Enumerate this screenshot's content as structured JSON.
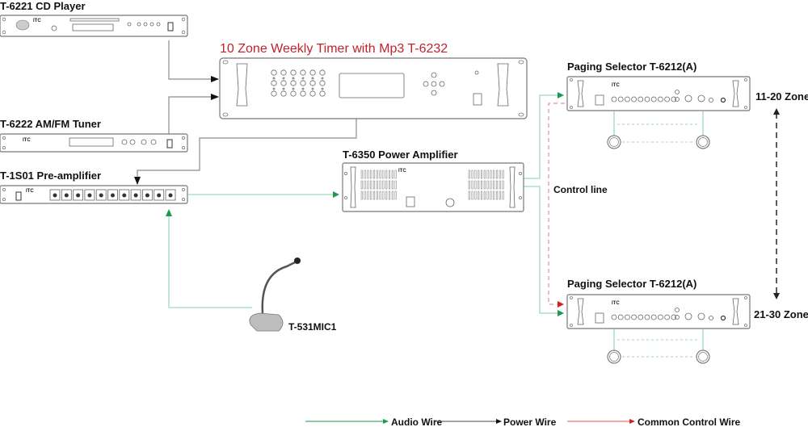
{
  "devices": {
    "cd_player": {
      "label": "T-6221 CD Player"
    },
    "timer": {
      "label": "10 Zone Weekly Timer with Mp3 T-6232"
    },
    "tuner": {
      "label": "T-6222  AM/FM Tuner"
    },
    "preamp": {
      "label": "T-1S01 Pre-amplifier"
    },
    "power_amp": {
      "label": "T-6350 Power Amplifier"
    },
    "paging_selector_1": {
      "label": "Paging Selector  T-6212(A)",
      "zone": "11-20  Zone"
    },
    "paging_selector_2": {
      "label": "Paging Selector  T-6212(A)",
      "zone": "21-30  Zone"
    },
    "microphone": {
      "label": "T-531MIC1"
    }
  },
  "annotations": {
    "control_line": "Control line"
  },
  "legend": {
    "audio": "Audio Wire",
    "power": "Power Wire",
    "control": "Common  Control  Wire"
  },
  "colors": {
    "audio_wire": "#9fd8bd",
    "audio_arrow": "#1a9a4a",
    "power_wire": "#8c8c8c",
    "power_arrow": "#111111",
    "control_wire": "#e07a7a",
    "control_arrow": "#d42020",
    "title_red": "#c0232a"
  }
}
